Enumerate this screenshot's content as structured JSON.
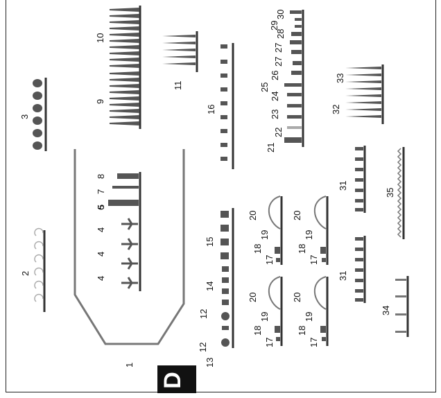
{
  "figure": {
    "badge": "D",
    "labels": {
      "n1": "1",
      "n2": "2",
      "n3": "3",
      "n4a": "4",
      "n4b": "4",
      "n4c": "4",
      "n5": "5",
      "n6": "6",
      "n7": "7",
      "n8": "8",
      "n9": "9",
      "n10": "10",
      "n11": "11",
      "n12a": "12",
      "n12b": "12",
      "n13": "13",
      "n14": "14",
      "n15": "15",
      "n16": "16",
      "n17a": "17",
      "n18a": "18",
      "n19a": "19",
      "n20a": "20",
      "n17b": "17",
      "n18b": "18",
      "n19b": "19",
      "n20b": "20",
      "n17c": "17",
      "n18c": "18",
      "n19c": "19",
      "n20c": "20",
      "n17d": "17",
      "n18d": "18",
      "n19d": "19",
      "n20d": "20",
      "n21": "21",
      "n22": "22",
      "n23": "23",
      "n24": "24",
      "n25": "25",
      "n26": "26",
      "n27a": "27",
      "n27b": "27",
      "n28": "28",
      "n29": "29",
      "n30": "30",
      "n31a": "31",
      "n31b": "31",
      "n32": "32",
      "n33": "33",
      "n34": "34",
      "n35": "35"
    },
    "colors": {
      "line": "#333333",
      "part": "#555555",
      "tray": "#777777",
      "light": "#aaaaaa"
    }
  }
}
